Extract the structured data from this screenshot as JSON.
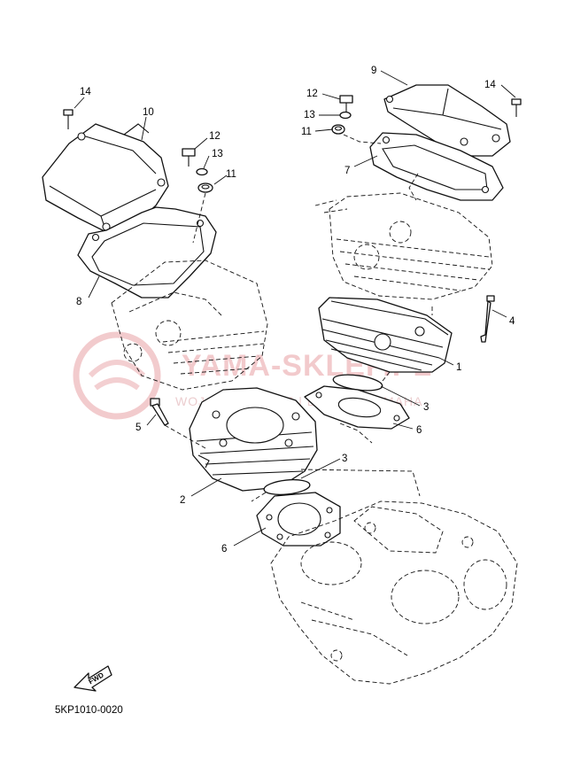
{
  "diagram_code": "5KP1010-0020",
  "fwd_label": "FWD",
  "watermark": {
    "main": "YAMA-SKLEP.PL",
    "sub": "WOJCIECHOWICZ | DEALER YAMAHA"
  },
  "callouts": {
    "n14_left": "14",
    "n10": "10",
    "n12_left": "12",
    "n13_left": "13",
    "n11_left": "11",
    "n8": "8",
    "n9": "9",
    "n12_right": "12",
    "n13_right": "13",
    "n11_right": "11",
    "n14_right": "14",
    "n7": "7",
    "n4": "4",
    "n1": "1",
    "n3_upper": "3",
    "n6_upper": "6",
    "n5": "5",
    "n3_lower": "3",
    "n2": "2",
    "n6_lower": "6"
  },
  "colors": {
    "line": "#111111",
    "watermark": "#e8a0a4"
  }
}
